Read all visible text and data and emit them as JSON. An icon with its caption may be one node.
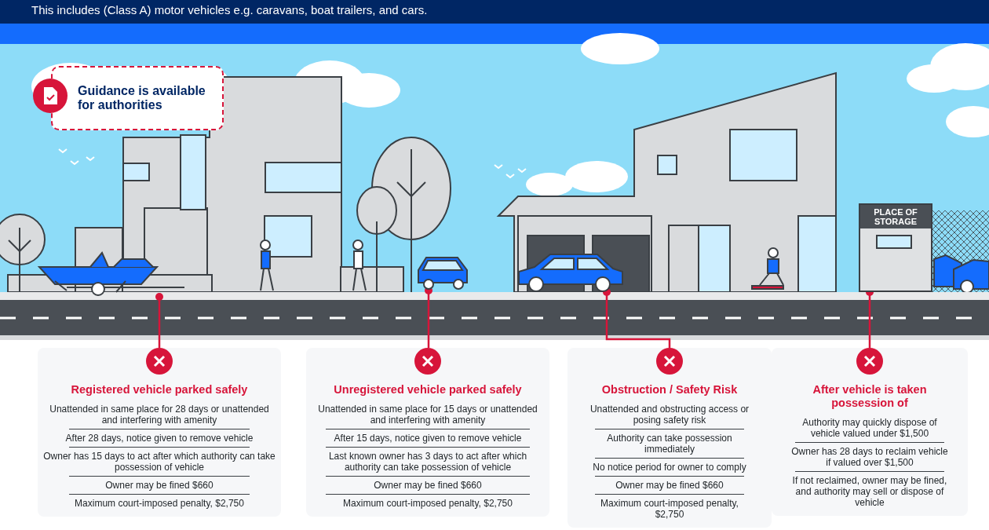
{
  "diagram": {
    "title": "This includes (Class A) motor vehicles e.g. caravans, boat trailers, and cars.",
    "nodes": [
      {
        "text": [
          "Guidance is available for authorities"
        ]
      },
      {
        "text": [],
        "shape": "picture"
      },
      {
        "text": [],
        "shape": "picture"
      },
      {
        "text": [],
        "shape": "picture"
      },
      {
        "text": [
          "PLACE OF STORAGE"
        ]
      },
      {
        "text": [
          "Registered vehicle parked safely",
          "Unattended in same place for 28 days or unattended and interfering with amenity",
          "After 28 days, notice given to remove vehicle",
          "Owner has 15 days to act after which authority can take possession of vehicle",
          "Owner may be fined $660",
          "Maximum court-imposed penalty, $2,750"
        ]
      },
      {
        "text": [
          "Unregistered vehicle parked safely",
          "Unattended in same place for 15 days or unattended and interfering with amenity",
          "After 15 days, notice given to remove vehicle",
          "Last known owner has 3 days to act after which authority can take possession of vehicle",
          "Owner may be fined $660",
          "Maximum court-imposed penalty, $2,750"
        ]
      },
      {
        "text": [
          "Obstruction / Safety Risk",
          "Unattended and obstructing access or posing safety risk",
          "Authority can take possession immediately",
          "No notice period for owner to comply",
          "Owner may be fined $660",
          "Maximum court-imposed penalty, $2,750"
        ]
      },
      {
        "text": [
          "After vehicle is taken possession of",
          "Authority may quickly dispose of vehicle valued under $1,500",
          "Owner has 28 days to reclaim vehicle if valued over $1,500",
          "If not reclaimed, owner may be fined, and authority may sell or dispose of vehicle"
        ]
      }
    ],
    "edges": [
      {
        "from": 1,
        "to": 5,
        "arrow": "other"
      },
      {
        "from": 2,
        "to": 6,
        "arrow": "other"
      },
      {
        "from": 3,
        "to": 7,
        "arrow": "other"
      },
      {
        "from": 4,
        "to": 8,
        "arrow": "other"
      }
    ]
  }
}
